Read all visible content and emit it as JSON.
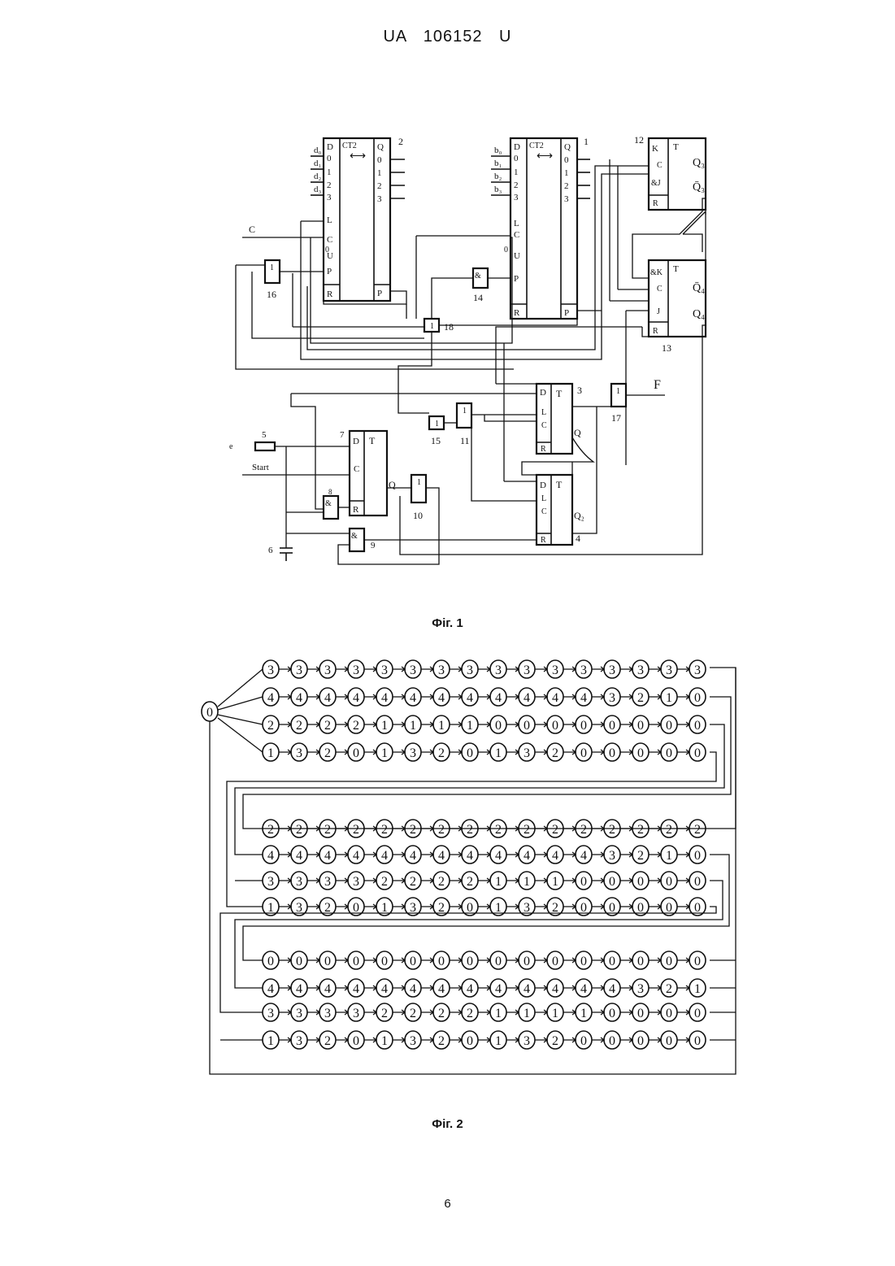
{
  "header": {
    "code": "UA",
    "number": "106152",
    "kind": "U"
  },
  "figure1": {
    "caption": "Фіг. 1",
    "counters": [
      {
        "ref": "2",
        "ct": "CT2",
        "inputs": [
          "D",
          "0",
          "1",
          "2",
          "3",
          "L",
          "C",
          "U",
          "P",
          "R"
        ],
        "outputs": [
          "Q",
          "0",
          "1",
          "2",
          "3",
          "P"
        ],
        "data_inputs": [
          "d₀",
          "d₁",
          "d₂",
          "d₃"
        ]
      },
      {
        "ref": "1",
        "ct": "CT2",
        "inputs": [
          "D",
          "0",
          "1",
          "2",
          "3",
          "L",
          "C",
          "U",
          "P",
          "R"
        ],
        "outputs": [
          "Q",
          "0",
          "1",
          "2",
          "3",
          "P"
        ],
        "data_inputs": [
          "b₀",
          "b₁",
          "b₂",
          "b₃"
        ]
      }
    ],
    "flipflops": [
      {
        "ref": "12",
        "pins": [
          "K",
          "C",
          "&J",
          "R"
        ],
        "type": "T",
        "outputs": [
          "Q₃",
          "Q̄₃"
        ]
      },
      {
        "ref": "13",
        "pins": [
          "&K",
          "C",
          "J",
          "R"
        ],
        "type": "T",
        "outputs": [
          "Q̄₄",
          "Q₄"
        ]
      },
      {
        "ref": "3",
        "pins": [
          "D",
          "L",
          "C",
          "R"
        ],
        "type": "T",
        "outputs": [
          "Q"
        ]
      },
      {
        "ref": "4",
        "pins": [
          "D",
          "L",
          "C",
          "R"
        ],
        "type": "T",
        "outputs": [
          "Q₂"
        ]
      },
      {
        "ref": "7",
        "pins": [
          "D",
          "C",
          "R"
        ],
        "type": "T",
        "outputs": [
          "Q"
        ]
      }
    ],
    "gates": [
      {
        "ref": "16",
        "sym": "1"
      },
      {
        "ref": "14",
        "sym": "&"
      },
      {
        "ref": "18",
        "sym": "1"
      },
      {
        "ref": "15",
        "sym": "1"
      },
      {
        "ref": "11",
        "sym": "1"
      },
      {
        "ref": "17",
        "sym": "1"
      },
      {
        "ref": "10",
        "sym": "1"
      },
      {
        "ref": "8",
        "sym": "&"
      },
      {
        "ref": "9",
        "sym": "&"
      }
    ],
    "labels": {
      "clock": "C",
      "zero": "0",
      "f_out": "F",
      "start": "Start",
      "e": "e",
      "r5": "5",
      "c6": "6"
    }
  },
  "figure2": {
    "caption": "Фіг. 2",
    "start_state": "0",
    "rows": [
      [
        "3",
        "3",
        "3",
        "3",
        "3",
        "3",
        "3",
        "3",
        "3",
        "3",
        "3",
        "3",
        "3",
        "3",
        "3",
        "3"
      ],
      [
        "4",
        "4",
        "4",
        "4",
        "4",
        "4",
        "4",
        "4",
        "4",
        "4",
        "4",
        "4",
        "3",
        "2",
        "1",
        "0"
      ],
      [
        "2",
        "2",
        "2",
        "2",
        "1",
        "1",
        "1",
        "1",
        "0",
        "0",
        "0",
        "0",
        "0",
        "0",
        "0",
        "0"
      ],
      [
        "1",
        "3",
        "2",
        "0",
        "1",
        "3",
        "2",
        "0",
        "1",
        "3",
        "2",
        "0",
        "0",
        "0",
        "0",
        "0"
      ],
      [
        "2",
        "2",
        "2",
        "2",
        "2",
        "2",
        "2",
        "2",
        "2",
        "2",
        "2",
        "2",
        "2",
        "2",
        "2",
        "2"
      ],
      [
        "4",
        "4",
        "4",
        "4",
        "4",
        "4",
        "4",
        "4",
        "4",
        "4",
        "4",
        "4",
        "3",
        "2",
        "1",
        "0"
      ],
      [
        "3",
        "3",
        "3",
        "3",
        "2",
        "2",
        "2",
        "2",
        "1",
        "1",
        "1",
        "0",
        "0",
        "0",
        "0",
        "0"
      ],
      [
        "1",
        "3",
        "2",
        "0",
        "1",
        "3",
        "2",
        "0",
        "1",
        "3",
        "2",
        "0",
        "0",
        "0",
        "0",
        "0"
      ],
      [
        "0",
        "0",
        "0",
        "0",
        "0",
        "0",
        "0",
        "0",
        "0",
        "0",
        "0",
        "0",
        "0",
        "0",
        "0",
        "0"
      ],
      [
        "4",
        "4",
        "4",
        "4",
        "4",
        "4",
        "4",
        "4",
        "4",
        "4",
        "4",
        "4",
        "4",
        "3",
        "2",
        "1"
      ],
      [
        "3",
        "3",
        "3",
        "3",
        "2",
        "2",
        "2",
        "2",
        "1",
        "1",
        "1",
        "1",
        "0",
        "0",
        "0",
        "0"
      ],
      [
        "1",
        "3",
        "2",
        "0",
        "1",
        "3",
        "2",
        "0",
        "1",
        "3",
        "2",
        "0",
        "0",
        "0",
        "0",
        "0"
      ]
    ]
  },
  "page_number": "6"
}
